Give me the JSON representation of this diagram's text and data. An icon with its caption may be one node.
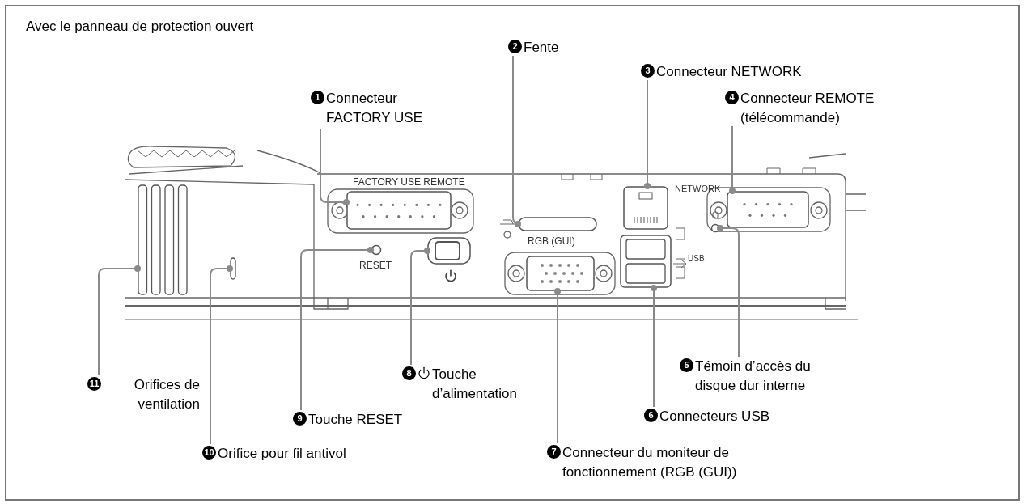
{
  "diagram": {
    "title": "Avec le panneau de protection ouvert",
    "nodes": [
      {
        "text": [
          "1",
          "Connecteur FACTORY USE"
        ]
      },
      {
        "text": [
          "2",
          "Fente"
        ]
      },
      {
        "text": [
          "3",
          "Connecteur NETWORK"
        ]
      },
      {
        "text": [
          "4",
          "Connecteur REMOTE (télécommande)"
        ]
      },
      {
        "text": [
          "5",
          "Témoin d’accès du disque dur interne"
        ]
      },
      {
        "text": [
          "6",
          "Connecteurs USB"
        ]
      },
      {
        "text": [
          "7",
          "Connecteur du moniteur de fonctionnement (RGB (GUI))"
        ]
      },
      {
        "text": [
          "8",
          "Touche d’alimentation"
        ]
      },
      {
        "text": [
          "9",
          "Touche RESET"
        ]
      },
      {
        "text": [
          "10",
          "Orifice pour fil antivol"
        ]
      },
      {
        "text": [
          "11",
          "Orifices de ventilation"
        ]
      },
      {
        "text": [],
        "shape": "box"
      },
      {
        "text": [],
        "shape": "bar"
      },
      {
        "text": [],
        "shape": "box"
      },
      {
        "text": [],
        "shape": "box"
      },
      {
        "text": [],
        "shape": "circle"
      },
      {
        "text": [],
        "shape": "box"
      },
      {
        "text": [],
        "shape": "box"
      },
      {
        "text": [],
        "shape": "box"
      },
      {
        "text": [],
        "shape": "circle"
      },
      {
        "text": [],
        "shape": "bar"
      },
      {
        "text": [],
        "shape": "bar"
      }
    ],
    "edges": [
      {
        "from": 0,
        "to": 11,
        "arrow": "other"
      },
      {
        "from": 1,
        "to": 12,
        "arrow": "other"
      },
      {
        "from": 2,
        "to": 13,
        "arrow": "other"
      },
      {
        "from": 3,
        "to": 14,
        "arrow": "other"
      },
      {
        "from": 4,
        "to": 15,
        "arrow": "other"
      },
      {
        "from": 5,
        "to": 16,
        "arrow": "other"
      },
      {
        "from": 6,
        "to": 17,
        "arrow": "other"
      },
      {
        "from": 7,
        "to": 18,
        "arrow": "other"
      },
      {
        "from": 8,
        "to": 19,
        "arrow": "other"
      },
      {
        "from": 9,
        "to": 20,
        "arrow": "other"
      },
      {
        "from": 10,
        "to": 21,
        "arrow": "other"
      }
    ],
    "labels": [
      "FACTORY USE REMOTE",
      "NETWORK",
      "RGB (GUI)",
      "USB",
      "RESET"
    ]
  }
}
